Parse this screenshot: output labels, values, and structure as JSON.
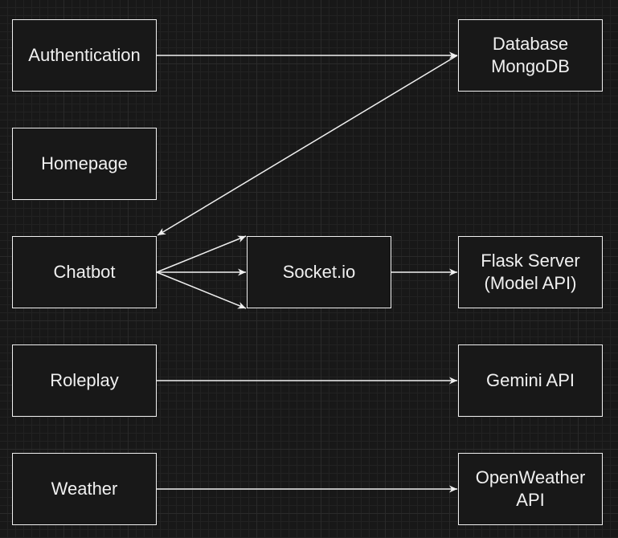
{
  "diagram": {
    "nodes": {
      "authentication": {
        "lines": [
          "Authentication"
        ]
      },
      "homepage": {
        "lines": [
          "Homepage"
        ]
      },
      "chatbot": {
        "lines": [
          "Chatbot"
        ]
      },
      "roleplay": {
        "lines": [
          "Roleplay"
        ]
      },
      "weather": {
        "lines": [
          "Weather"
        ]
      },
      "database": {
        "lines": [
          "Database",
          "MongoDB"
        ]
      },
      "socketio": {
        "lines": [
          "Socket.io"
        ]
      },
      "flask": {
        "lines": [
          "Flask Server",
          "(Model API)"
        ]
      },
      "gemini": {
        "lines": [
          "Gemini API"
        ]
      },
      "openweather": {
        "lines": [
          "OpenWeather",
          "API"
        ]
      }
    },
    "edges": [
      {
        "from": "authentication",
        "to": "database"
      },
      {
        "from": "database",
        "to": "chatbot"
      },
      {
        "from": "chatbot",
        "to": "socketio"
      },
      {
        "from": "chatbot",
        "to": "socketio"
      },
      {
        "from": "chatbot",
        "to": "socketio"
      },
      {
        "from": "socketio",
        "to": "flask"
      },
      {
        "from": "roleplay",
        "to": "gemini"
      },
      {
        "from": "weather",
        "to": "openweather"
      }
    ],
    "colors": {
      "background": "#181818",
      "stroke": "#f0f0f0",
      "text": "#f0f0f0"
    }
  }
}
